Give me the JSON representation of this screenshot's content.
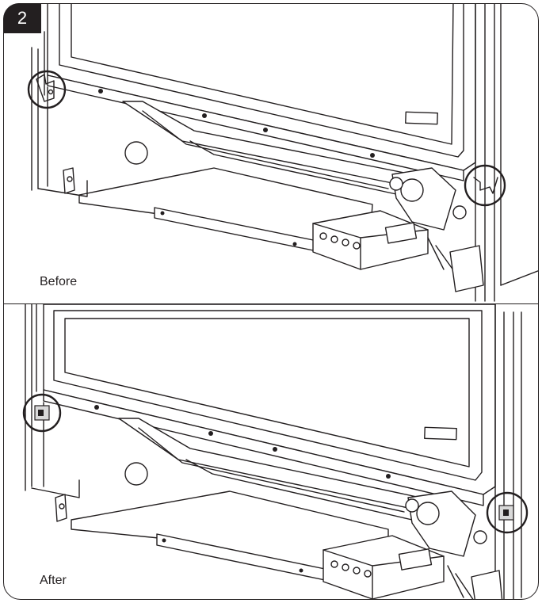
{
  "step": {
    "number": "2"
  },
  "panels": [
    {
      "id": "before",
      "caption": "Before"
    },
    {
      "id": "after",
      "caption": "After"
    }
  ],
  "colors": {
    "line": "#231f20",
    "background": "#ffffff",
    "badge": "#231f20"
  }
}
